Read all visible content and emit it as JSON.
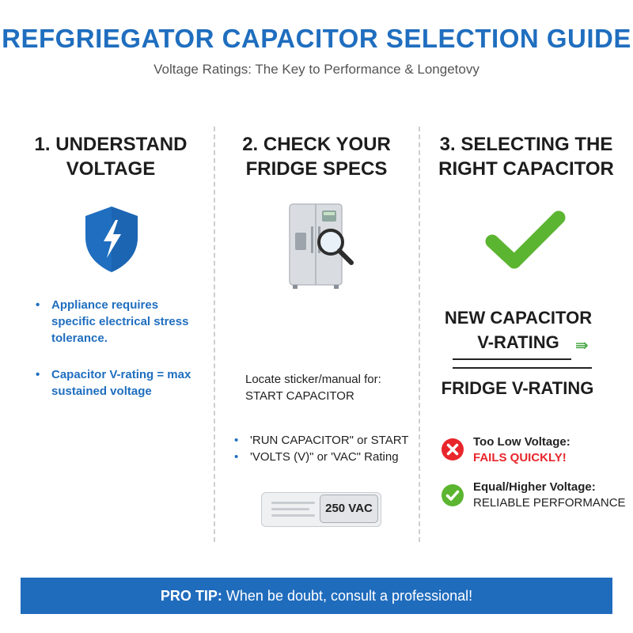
{
  "header": {
    "title": "REFGRIEGATOR CAPACITOR SELECTION GUIDE",
    "subtitle": "Voltage Ratings: The Key to Performance & Longetovy"
  },
  "columns": [
    {
      "heading_line1": "1. UNDERSTAND",
      "heading_line2": "VOLTAGE",
      "icon": "shield-lightning-icon",
      "bullets": [
        "Appliance requires specific electrical stress tolerance.",
        "Capacitor V-rating = max sustained voltage"
      ]
    },
    {
      "heading_line1": "2. CHECK YOUR",
      "heading_line2": "FRIDGE SPECS",
      "icon": "fridge-magnifier-icon",
      "locate_line1": "Locate sticker/manual for:",
      "locate_line2": "START CAPACITOR",
      "bullets": [
        "'RUN CAPACITOR\" or START",
        "'VOLTS (V)\" or 'VAC\" Rating"
      ],
      "sticker_value": "250 VAC"
    },
    {
      "heading_line1": "3. SELECTING THE",
      "heading_line2": "RIGHT CAPACITOR",
      "icon": "green-check-icon",
      "formula_top_line1": "NEW CAPACITOR",
      "formula_top_line2": "V-RATING",
      "formula_symbol": "⇛",
      "formula_bottom": "FRIDGE V-RATING",
      "statuses": [
        {
          "icon": "red-x-icon",
          "label": "Too Low Voltage:",
          "result": "FAILS QUICKLY!",
          "result_color": "#e8262b"
        },
        {
          "icon": "green-check-circle-icon",
          "label": "Equal/Higher Voltage:",
          "result": "RELIABLE PERFORMANCE",
          "result_color": "#222222"
        }
      ]
    }
  ],
  "footer": {
    "tip_label": "PRO TIP:",
    "tip_text": "When be doubt, consult a professional!"
  },
  "colors": {
    "accent_blue": "#1f6ebf",
    "success_green": "#5cb531",
    "danger_red": "#e8262b"
  }
}
